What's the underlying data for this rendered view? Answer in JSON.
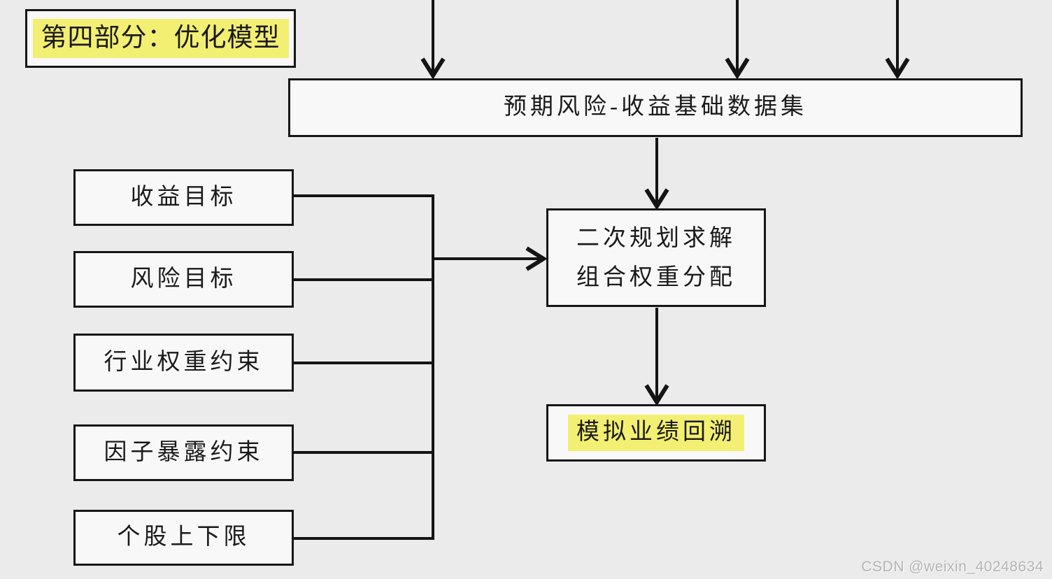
{
  "colors": {
    "page_background": "#ebebeb",
    "node_fill": "#f8f8f8",
    "node_border": "#161616",
    "highlight": "#f3ef72",
    "line": "#141414",
    "watermark_gray": "#b5b5b5"
  },
  "diagram": {
    "section_title": "第四部分：优化模型",
    "dataset_node": "预期风险-收益基础数据集",
    "qp_node": {
      "line1": "二次规划求解",
      "line2": "组合权重分配"
    },
    "backtest_node": "模拟业绩回溯",
    "constraints": [
      {
        "label": "收益目标"
      },
      {
        "label": "风险目标"
      },
      {
        "label": "行业权重约束"
      },
      {
        "label": "因子暴露约束"
      },
      {
        "label": "个股上下限"
      }
    ]
  },
  "watermark": "CSDN @weixin_40248634"
}
